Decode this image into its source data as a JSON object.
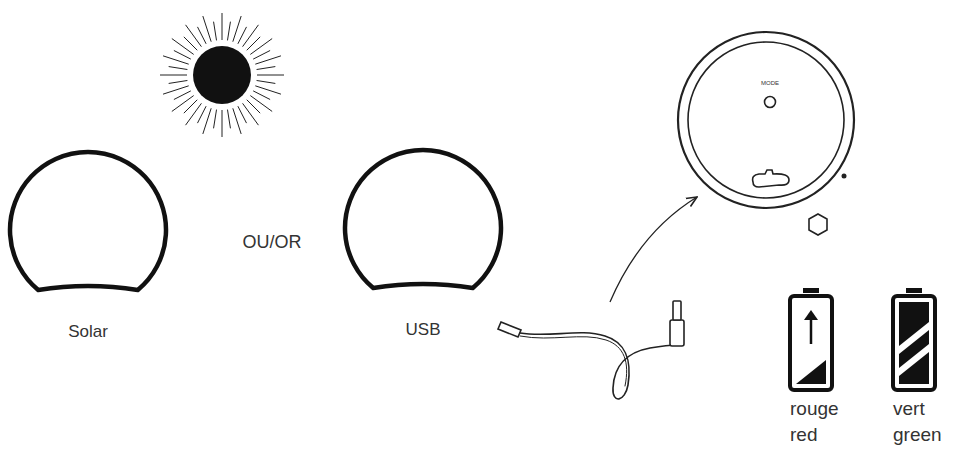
{
  "diagram": {
    "nodes": [
      {
        "text": [
          "Solar"
        ]
      },
      {
        "text": [
          "USB"
        ]
      },
      {
        "text": [
          "MODE"
        ]
      },
      {
        "text": [
          "rouge red"
        ]
      },
      {
        "text": [
          "vert green"
        ]
      }
    ],
    "labels": [
      "OU/OR"
    ]
  }
}
